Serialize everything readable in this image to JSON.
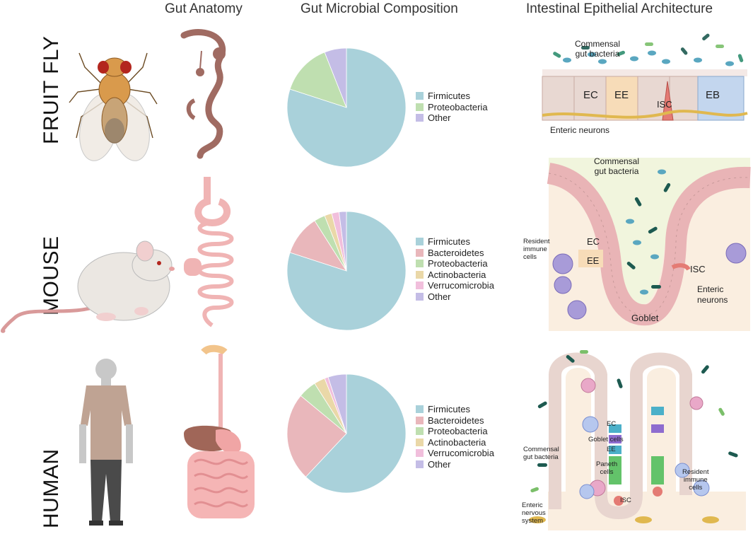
{
  "headers": {
    "anatomy": "Gut Anatomy",
    "microbial": "Gut Microbial Composition",
    "epithelial": "Intestinal Epithelial Architecture"
  },
  "rows": {
    "fly": "FRUIT FLY",
    "mouse": "MOUSE",
    "human": "HUMAN"
  },
  "colors": {
    "Firmicutes": "#a9d1da",
    "Bacteroidetes": "#e9b7bb",
    "Proteobacteria": "#bfdfb0",
    "Actinobacteria": "#ead8a8",
    "Verrucomicrobia": "#f1bfdc",
    "Other": "#c4bde6"
  },
  "chart_data": [
    {
      "type": "pie",
      "slices": [
        {
          "name": "Firmicutes",
          "value": 80
        },
        {
          "name": "Proteobacteria",
          "value": 14
        },
        {
          "name": "Other",
          "value": 6
        }
      ]
    },
    {
      "type": "pie",
      "slices": [
        {
          "name": "Firmicutes",
          "value": 80
        },
        {
          "name": "Bacteroidetes",
          "value": 11
        },
        {
          "name": "Proteobacteria",
          "value": 3
        },
        {
          "name": "Actinobacteria",
          "value": 2
        },
        {
          "name": "Verrucomicrobia",
          "value": 2
        },
        {
          "name": "Other",
          "value": 2
        }
      ]
    },
    {
      "type": "pie",
      "slices": [
        {
          "name": "Firmicutes",
          "value": 62
        },
        {
          "name": "Bacteroidetes",
          "value": 24
        },
        {
          "name": "Proteobacteria",
          "value": 5
        },
        {
          "name": "Actinobacteria",
          "value": 3
        },
        {
          "name": "Verrucomicrobia",
          "value": 1
        },
        {
          "name": "Other",
          "value": 5
        }
      ]
    }
  ],
  "fly_labels": {
    "bacteria": "Commensal\ngut bacteria",
    "ec": "EC",
    "ee": "EE",
    "isc": "ISC",
    "eb": "EB",
    "neurons": "Enteric neurons"
  },
  "mouse_labels": {
    "bacteria": "Commensal\ngut bacteria",
    "immune": "Resident\nimmune\ncells",
    "ec": "EC",
    "ee": "EE",
    "isc": "ISC",
    "neurons": "Enteric\nneurons",
    "goblet": "Goblet"
  },
  "human_labels": {
    "ec": "EC",
    "goblet": "Goblet cells",
    "ee": "EE",
    "paneth": "Paneth\ncells",
    "bacteria": "Commensal\ngut bacteria",
    "immune": "Resident\nimmune\ncells",
    "isc": "ISC",
    "ens": "Enteric\nnervous\nsystem"
  }
}
